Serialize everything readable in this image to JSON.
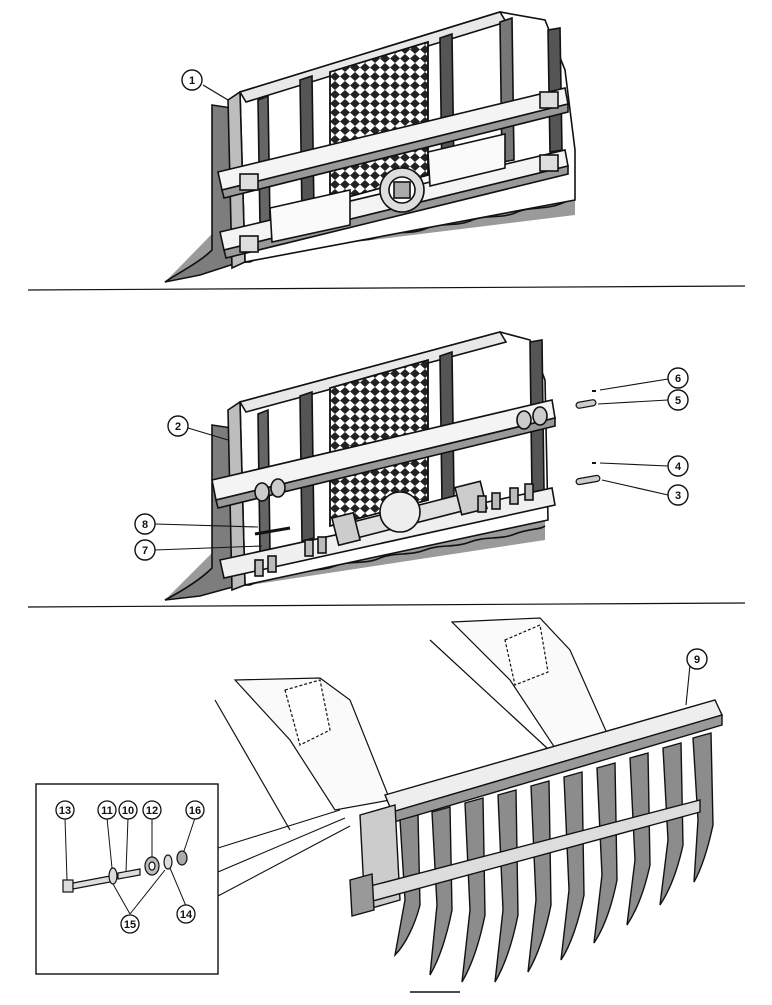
{
  "callouts": {
    "c1": "1",
    "c2": "2",
    "c3": "3",
    "c4": "4",
    "c5": "5",
    "c6": "6",
    "c7": "7",
    "c8": "8",
    "c9": "9",
    "c10": "10",
    "c11": "11",
    "c12": "12",
    "c13": "13",
    "c14": "14",
    "c15": "15",
    "c16": "16"
  },
  "colors": {
    "ink": "#111111",
    "shade": "#8a8a8a",
    "paper": "#ffffff"
  }
}
